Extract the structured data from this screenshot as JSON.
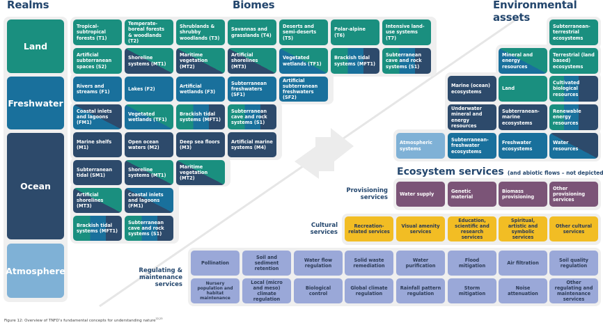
{
  "headings": {
    "realms": "Realms",
    "biomes": "Biomes",
    "environmental_assets": "Environmental assets",
    "ecosystem_services": "Ecosystem services",
    "ecosystem_services_note": "(and abiotic flows – not depicted)"
  },
  "colors": {
    "land": "#1a8f7f",
    "freshwater": "#19709c",
    "ocean": "#2d4a6b",
    "atmosphere": "#7fb1d6",
    "provisioning": "#7b5477",
    "cultural": "#f2bd24",
    "regulating": "#9aa8d8",
    "heading": "#23466d"
  },
  "realms": [
    "Land",
    "Freshwater",
    "Ocean",
    "Atmosphere"
  ],
  "biomes": {
    "land_row1": [
      "Tropical-subtropical forests (T1)",
      "Temperate-boreal forests & woodlands (T2)",
      "Shrublands & shrubby woodlands (T3)",
      "Savannas and grasslands (T4)",
      "Deserts and semi-deserts (T5)",
      "Polar-alpine (T6)",
      "Intensive land-use systems (T7)"
    ],
    "land_row2": [
      "Artificial subterranean spaces (S2)",
      "Shoreline systems (MT1)",
      "Maritime vegetation (MT2)",
      "Artificial shorelines (MT3)",
      "Vegetated wetlands (TF1)",
      "Brackish tidal systems (MFT1)",
      "Subterranean cave and rock systems (S1)"
    ],
    "freshwater_row1": [
      "Rivers and streams (F1)",
      "Lakes (F2)",
      "Artificial wetlands (F3)",
      "Subterranean freshwaters (SF1)",
      "Artificial subterranean freshwaters (SF2)"
    ],
    "freshwater_row2": [
      "Coastal inlets and lagoons (FM1)",
      "Vegetated wetlands (TF1)",
      "Brackish tidal systems (MFT1)",
      "Subterranean cave and rock systems (S1)"
    ],
    "ocean_row1": [
      "Marine shelfs (M1)",
      "Open ocean waters (M2)",
      "Deep sea floors (M3)",
      "Artificial marine systems (M4)"
    ],
    "ocean_row2": [
      "Subterranean tidal (SM1)",
      "Shoreline systems (MT1)",
      "Maritime vegetation (MT2)"
    ],
    "ocean_row3": [
      "Artificial shorelines (MT3)",
      "Coastal inlets and lagoons (FM1)"
    ],
    "ocean_row4": [
      "Brackish tidal systems (MFT1)",
      "Subterranean cave and rock systems (S1)"
    ]
  },
  "environmental_assets": {
    "row1": [
      "Subterranean-terrestrial ecosystems"
    ],
    "row2": [
      "Mineral and energy resources",
      "Terrestrial (land based) ecosystems"
    ],
    "row3": [
      "Marine (ocean) ecosystems",
      "Land",
      "Cultivated biological resources"
    ],
    "row4": [
      "Underwater mineral and energy resources",
      "Subterranean-marine ecosystems",
      "Renewable energy resources"
    ],
    "row5": [
      "Atmospheric systems",
      "Subterranean-freshwater ecosystems",
      "Freshwater ecosystems",
      "Water resources"
    ]
  },
  "ecosystem_services": {
    "provisioning": {
      "label": "Provisioning services",
      "items": [
        "Water supply",
        "Genetic material",
        "Biomass provisioning",
        "Other provisioning services"
      ]
    },
    "cultural": {
      "label": "Cultural services",
      "items": [
        "Recreation-related services",
        "Visual amenity services",
        "Education, scientific and research services",
        "Spiritual, artistic and symbolic services",
        "Other cultural services"
      ]
    },
    "regulating": {
      "label": "Regulating & maintenance services",
      "row1": [
        "Pollination",
        "Soil and sediment retention",
        "Water flow regulation",
        "Solid waste remediation",
        "Water purification",
        "Flood mitigation",
        "Air filtration",
        "Soil quality regulation"
      ],
      "row2": [
        "Nursery population and habitat maintenance",
        "Local (micro and meso) climate regulation",
        "Biological control",
        "Global climate regulation",
        "Rainfall pattern regulation",
        "Storm mitigation",
        "Noise attenuation",
        "Other regulating and maintenance services"
      ]
    }
  },
  "caption": {
    "text": "Figure 12: Overview of TNFD’s fundamental concepts for understanding nature",
    "superscript": "22,23"
  }
}
